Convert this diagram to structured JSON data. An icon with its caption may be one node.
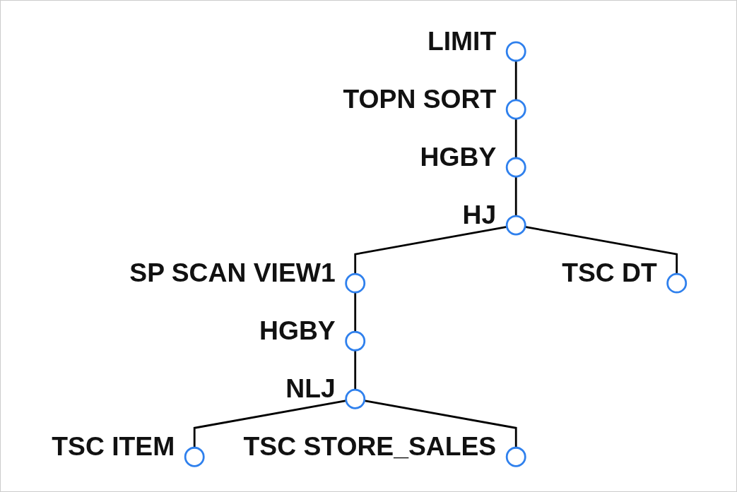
{
  "diagram": {
    "nodes": [
      {
        "text": [],
        "shape": "circle",
        "beside": [
          "LIMIT"
        ]
      },
      {
        "text": [],
        "shape": "circle",
        "beside": [
          "TOPN SORT"
        ]
      },
      {
        "text": [],
        "shape": "circle",
        "beside": [
          "HGBY"
        ]
      },
      {
        "text": [],
        "shape": "circle",
        "beside": [
          "HJ"
        ]
      },
      {
        "text": [],
        "shape": "circle",
        "beside": [
          "SP SCAN VIEW1"
        ]
      },
      {
        "text": [],
        "shape": "circle",
        "beside": [
          "TSC DT"
        ]
      },
      {
        "text": [],
        "shape": "circle",
        "beside": [
          "HGBY"
        ]
      },
      {
        "text": [],
        "shape": "circle",
        "beside": [
          "NLJ"
        ]
      },
      {
        "text": [],
        "shape": "circle",
        "beside": [
          "TSC ITEM"
        ]
      },
      {
        "text": [],
        "shape": "circle",
        "beside": [
          "TSC STORE_SALES"
        ]
      }
    ],
    "edges": [
      {
        "from": 0,
        "to": 1,
        "arrow": "none"
      },
      {
        "from": 1,
        "to": 2,
        "arrow": "none"
      },
      {
        "from": 2,
        "to": 3,
        "arrow": "none"
      },
      {
        "from": 3,
        "to": 4,
        "arrow": "none"
      },
      {
        "from": 3,
        "to": 5,
        "arrow": "none"
      },
      {
        "from": 4,
        "to": 6,
        "arrow": "none"
      },
      {
        "from": 6,
        "to": 7,
        "arrow": "none"
      },
      {
        "from": 7,
        "to": 8,
        "arrow": "none"
      },
      {
        "from": 7,
        "to": 9,
        "arrow": "none"
      }
    ]
  }
}
